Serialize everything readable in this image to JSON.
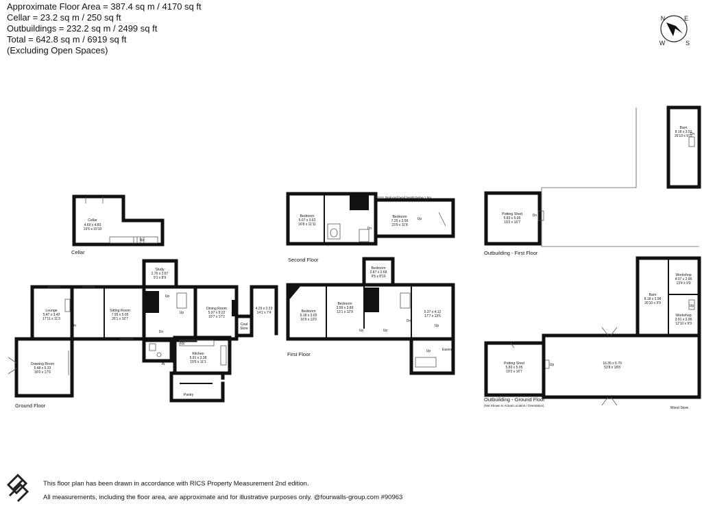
{
  "summary": {
    "lines": [
      "Approximate Floor Area = 387.4 sq m / 4170 sq ft",
      "Cellar = 23.2 sq m / 250 sq ft",
      "Outbuildings = 232.2 sq m / 2499 sq ft",
      "Total = 642.8 sq m / 6919 sq ft",
      "(Excluding Open Spaces)"
    ]
  },
  "compass": {
    "n": "N",
    "e": "E",
    "s": "S",
    "w": "W"
  },
  "floors": {
    "cellar": "Cellar",
    "ground": "Ground Floor",
    "first": "First Floor",
    "second": "Second Floor",
    "out_first": "Outbuilding - First Floor",
    "out_ground": "Outbuilding - Ground Floor",
    "out_ground_note": "(Not Shown In Actual Location / Orientation)"
  },
  "rooms": {
    "cellar": {
      "name": "Cellar",
      "metric": "4.69 x 4.83",
      "imperial": "15'5 x 15'10"
    },
    "lounge": {
      "name": "Lounge",
      "metric": "5.47 x 3.42",
      "imperial": "17'11 x 11'3"
    },
    "sitting": {
      "name": "Sitting Room",
      "metric": "7.95 x 5.05",
      "imperial": "26'1 x 16'7"
    },
    "study": {
      "name": "Study",
      "metric": "2.76 x 2.67",
      "imperial": "9'1 x 8'9"
    },
    "dining": {
      "name": "Dining Room",
      "metric": "5.97 x 5.22",
      "imperial": "19'7 x 17'2"
    },
    "store_g": {
      "metric": "4.29 x 2.23",
      "imperial": "14'1 x 7'4"
    },
    "coal": {
      "name": "Coal",
      "name2": "Store"
    },
    "kitchen": {
      "name": "Kitchen",
      "metric": "5.91 x 3.38",
      "imperial": "19'5 x 11'1"
    },
    "pantry": {
      "name": "Pantry"
    },
    "drawing": {
      "name": "Drawing Room",
      "metric": "5.48 x 5.33",
      "imperial": "18'0 x 17'6"
    },
    "bed2_a": {
      "name": "Bedroom",
      "metric": "5.07 x 3.62",
      "imperial": "16'8 x 11'11"
    },
    "bed2_b": {
      "name": "Bedroom",
      "metric": "7.25 x 3.56",
      "imperial": "23'9 x 11'8"
    },
    "bed1_a": {
      "name": "Bedroom",
      "metric": "5.18 x 3.65",
      "imperial": "16'9 x 12'0"
    },
    "bed1_b": {
      "name": "Bedroom",
      "metric": "3.99 x 3.89",
      "imperial": "13'1 x 12'9"
    },
    "bed1_c": {
      "name": "Bedroom",
      "metric": "2.87 x 2.68",
      "imperial": "9'5 x 8'10"
    },
    "bed1_d": {
      "metric": "5.37 x 4.12",
      "imperial": "17'7 x 13'6"
    },
    "eaves": {
      "name": "Eaves"
    },
    "barn_top": {
      "name": "Barn",
      "metric": "8.18 x 3.02",
      "imperial": "26'10 x 9'11"
    },
    "potting_f": {
      "name": "Potting Shed",
      "metric": "5.83 x 5.05",
      "imperial": "19'2 x 16'7"
    },
    "workshop_a": {
      "name": "Workshop",
      "metric": "4.07 x 2.96",
      "imperial": "13'4 x 9'9"
    },
    "barn_mid": {
      "name": "Barn",
      "metric": "8.18 x 2.98",
      "imperial": "26'10 x 9'9"
    },
    "workshop_b": {
      "name": "Workshop",
      "metric": "3.91 x 2.96",
      "imperial": "12'10 x 9'9"
    },
    "potting_g": {
      "name": "Potting Shed",
      "metric": "5.83 x 5.05",
      "imperial": "19'2 x 16'7"
    },
    "big_barn": {
      "metric": "16.35 x 5.70",
      "imperial": "53'8 x 18'8"
    },
    "wood_store": {
      "name": "Wood Store"
    }
  },
  "annotations": {
    "up": "Up",
    "dn": "Dn",
    "in": "IN",
    "head_height": "Reduced head height below 1.5m"
  },
  "footer": {
    "line1": "This floor plan has been drawn in accordance with RICS Property Measurement 2nd edition.",
    "line2": "All measurements, including the floor area, are approximate and for illustrative purposes only. @fourwalls-group.com #90963"
  }
}
